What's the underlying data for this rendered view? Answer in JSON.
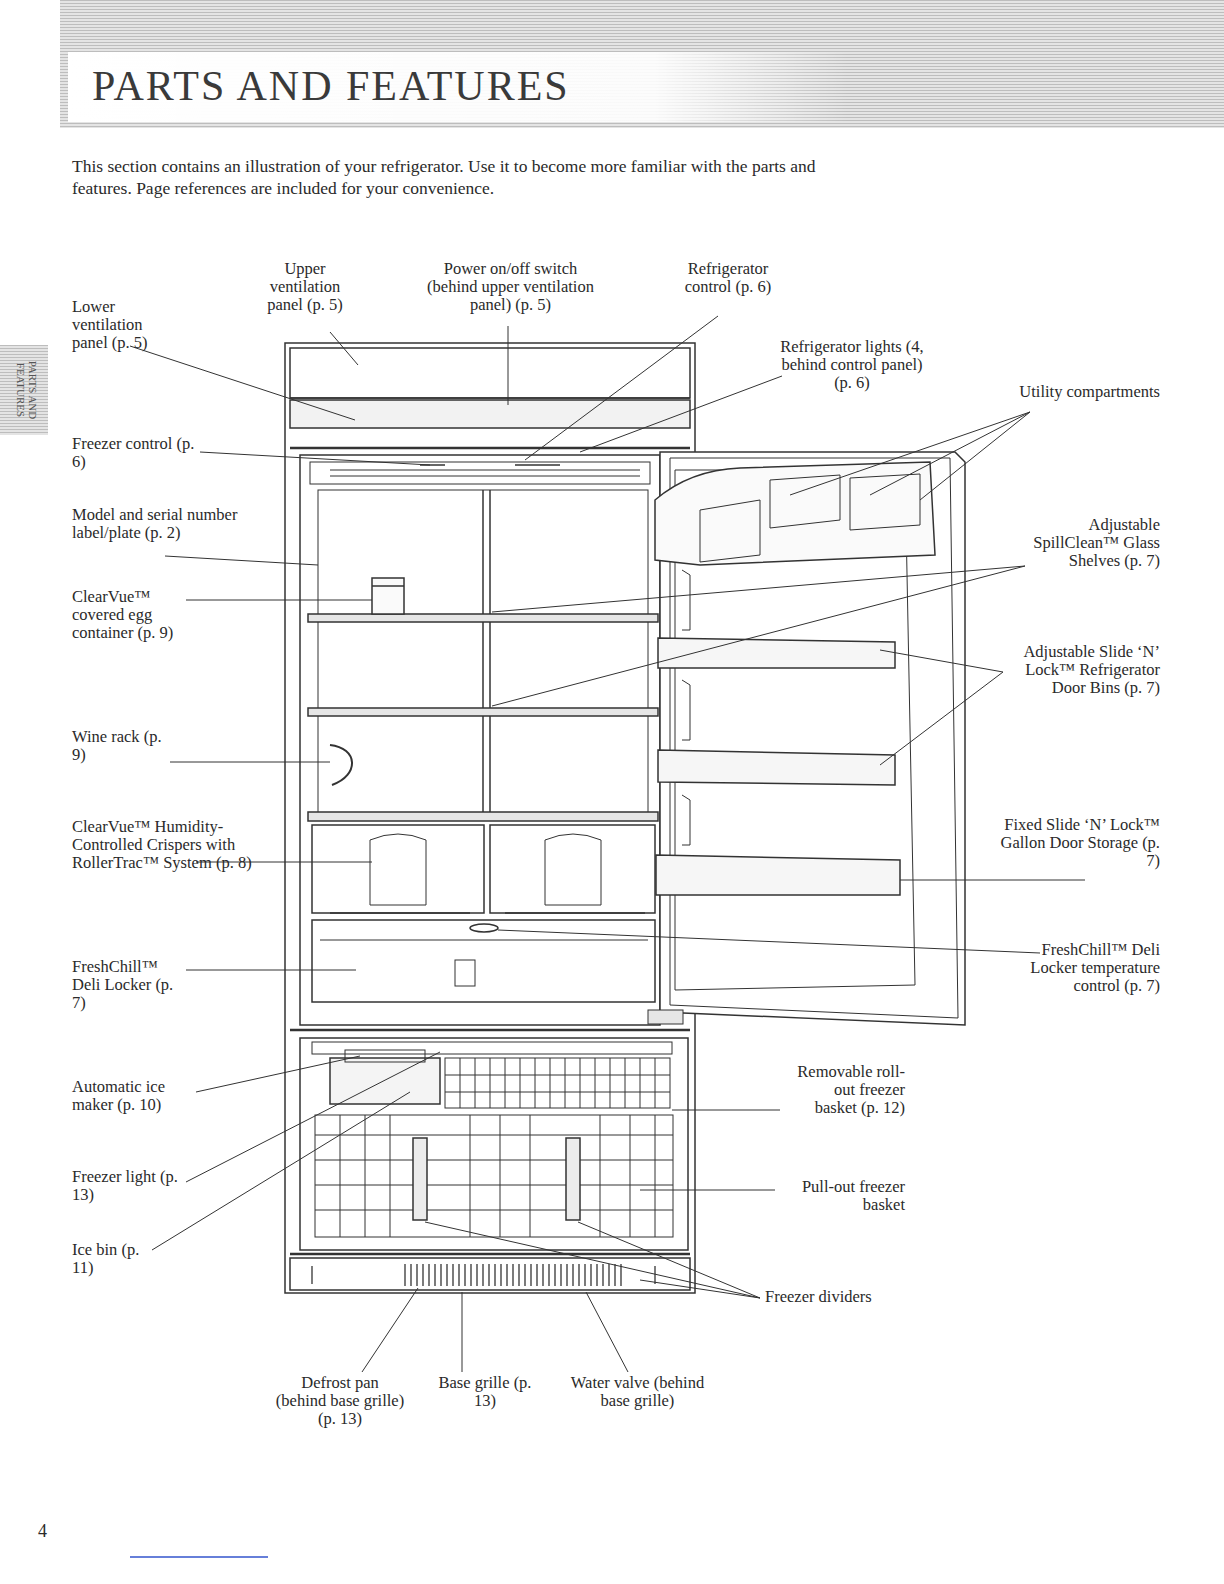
{
  "diagram": {
    "title": "PARTS AND FEATURES",
    "labels": [
      "This section contains an illustration of your refrigerator. Use it to become more familiar with the parts and features. Page references are included for your convenience.",
      "PARTS AND FEATURES",
      "Upper ventilation panel (p. 5)",
      "Power on/off switch (behind upper ventilation panel) (p. 5)",
      "Refrigerator control (p. 6)",
      "Lower ventilation panel (p. 5)",
      "Refrigerator lights (4, behind control panel) (p. 6)",
      "Utility compartments",
      "Freezer control (p. 6)",
      "Model and serial number label/plate (p. 2)",
      "ClearVue™ covered egg container (p. 9)",
      "Adjustable SpillClean™ Glass Shelves (p. 7)",
      "Adjustable Slide ‘N’ Lock™ Refrigerator Door Bins (p. 7)",
      "Wine rack (p. 9)",
      "ClearVue™ Humidity-Controlled Crispers with RollerTrac™ System (p. 8)",
      "Fixed Slide ‘N’ Lock™ Gallon Door Storage (p. 7)",
      "FreshChill™ Deli Locker (p. 7)",
      "FreshChill™ Deli Locker temperature control (p. 7)",
      "Automatic ice maker (p. 10)",
      "Removable roll-out freezer basket (p. 12)",
      "Freezer light (p. 13)",
      "Pull-out freezer basket",
      "Ice bin (p. 11)",
      "Freezer dividers",
      "Defrost pan (behind base grille) (p. 13)",
      "Base grille (p. 13)",
      "Water valve (behind base grille)",
      "4"
    ]
  }
}
